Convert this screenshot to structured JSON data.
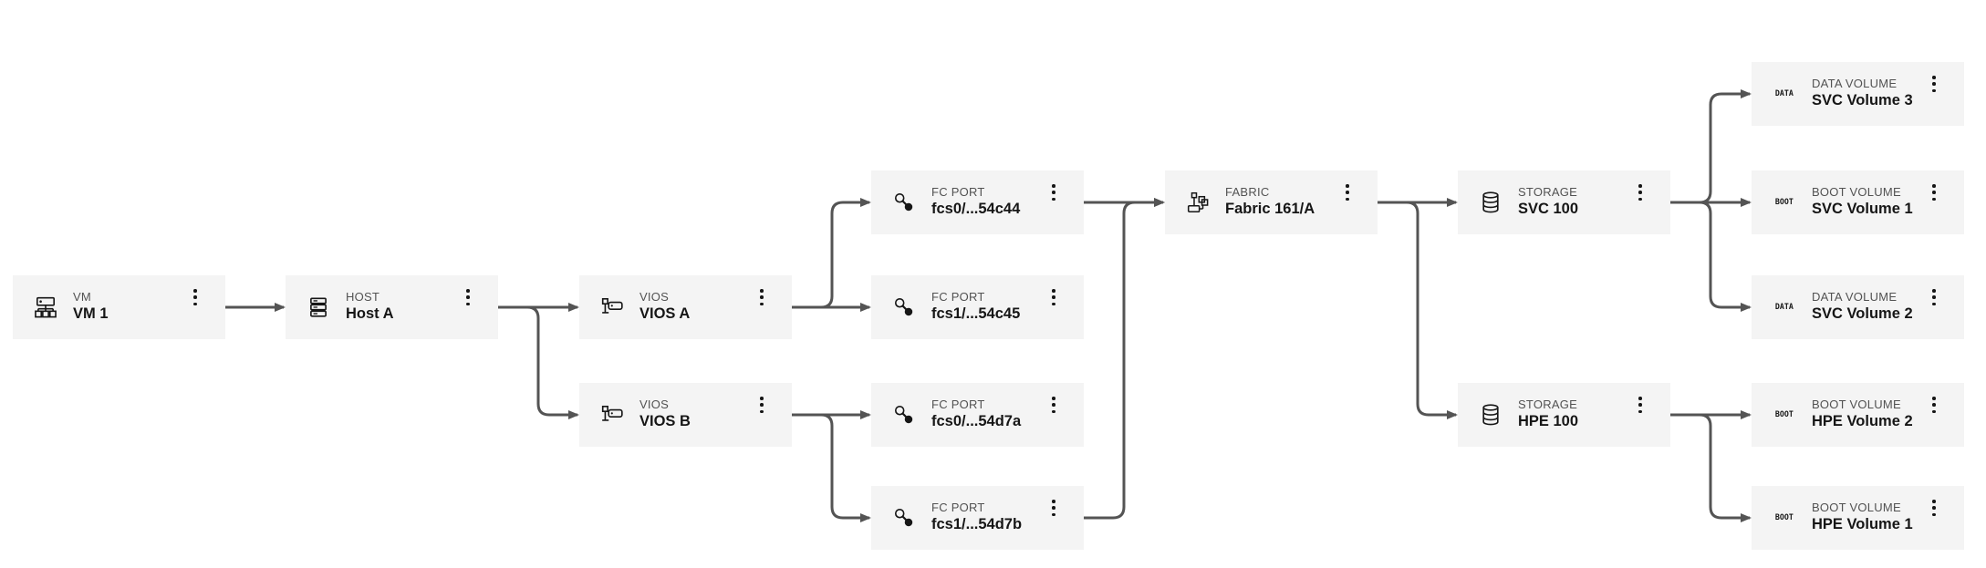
{
  "colors": {
    "background": "#ffffff",
    "card_background": "#f4f4f4",
    "type_label_text": "#525252",
    "name_text": "#161616",
    "edge_line": "#545454",
    "icon": "#161616"
  },
  "diagram": {
    "nodes": [
      {
        "id": "vm1",
        "type_label": "VM",
        "name": "VM 1",
        "icon": "vm",
        "col": 0,
        "row": 2
      },
      {
        "id": "hostA",
        "type_label": "HOST",
        "name": "Host A",
        "icon": "host",
        "col": 1,
        "row": 2
      },
      {
        "id": "viosA",
        "type_label": "VIOS",
        "name": "VIOS A",
        "icon": "vios",
        "col": 2,
        "row": 2
      },
      {
        "id": "viosB",
        "type_label": "VIOS",
        "name": "VIOS B",
        "icon": "vios",
        "col": 2,
        "row": 3
      },
      {
        "id": "fcA0",
        "type_label": "FC PORT",
        "name": "fcs0/...54c44",
        "icon": "fc-port",
        "col": 3,
        "row": 1
      },
      {
        "id": "fcA1",
        "type_label": "FC PORT",
        "name": "fcs1/...54c45",
        "icon": "fc-port",
        "col": 3,
        "row": 2
      },
      {
        "id": "fcB0",
        "type_label": "FC PORT",
        "name": "fcs0/...54d7a",
        "icon": "fc-port",
        "col": 3,
        "row": 3
      },
      {
        "id": "fcB1",
        "type_label": "FC PORT",
        "name": "fcs1/...54d7b",
        "icon": "fc-port",
        "col": 3,
        "row": 4
      },
      {
        "id": "fabric",
        "type_label": "FABRIC",
        "name": "Fabric 161/A",
        "icon": "fabric",
        "col": 4,
        "row": 1
      },
      {
        "id": "svc100",
        "type_label": "STORAGE",
        "name": "SVC 100",
        "icon": "storage",
        "col": 5,
        "row": 1
      },
      {
        "id": "hpe100",
        "type_label": "STORAGE",
        "name": "HPE 100",
        "icon": "storage",
        "col": 5,
        "row": 3
      },
      {
        "id": "svcVol3",
        "type_label": "DATA VOLUME",
        "name": "SVC Volume 3",
        "icon": "data-volume",
        "icon_text": "DATA",
        "col": 6,
        "row": 0
      },
      {
        "id": "svcVol1",
        "type_label": "BOOT VOLUME",
        "name": "SVC Volume 1",
        "icon": "boot-volume",
        "icon_text": "BOOT",
        "col": 6,
        "row": 1
      },
      {
        "id": "svcVol2",
        "type_label": "DATA VOLUME",
        "name": "SVC Volume 2",
        "icon": "data-volume",
        "icon_text": "DATA",
        "col": 6,
        "row": 2
      },
      {
        "id": "hpeVol2",
        "type_label": "BOOT VOLUME",
        "name": "HPE Volume 2",
        "icon": "boot-volume",
        "icon_text": "BOOT",
        "col": 6,
        "row": 3
      },
      {
        "id": "hpeVol1",
        "type_label": "BOOT VOLUME",
        "name": "HPE Volume 1",
        "icon": "boot-volume",
        "icon_text": "BOOT",
        "col": 6,
        "row": 4
      }
    ],
    "edges": [
      {
        "from": "vm1",
        "to": "hostA"
      },
      {
        "from": "hostA",
        "to": "viosA"
      },
      {
        "from": "hostA",
        "to": "viosB"
      },
      {
        "from": "viosA",
        "to": "fcA0"
      },
      {
        "from": "viosA",
        "to": "fcA1"
      },
      {
        "from": "viosB",
        "to": "fcB0"
      },
      {
        "from": "viosB",
        "to": "fcB1"
      },
      {
        "from": "fcA0",
        "to": "fabric"
      },
      {
        "from": "fcB1",
        "to": "fabric"
      },
      {
        "from": "fabric",
        "to": "svc100"
      },
      {
        "from": "fabric",
        "to": "hpe100"
      },
      {
        "from": "svc100",
        "to": "svcVol3"
      },
      {
        "from": "svc100",
        "to": "svcVol1"
      },
      {
        "from": "svc100",
        "to": "svcVol2"
      },
      {
        "from": "hpe100",
        "to": "hpeVol2"
      },
      {
        "from": "hpe100",
        "to": "hpeVol1"
      }
    ]
  }
}
